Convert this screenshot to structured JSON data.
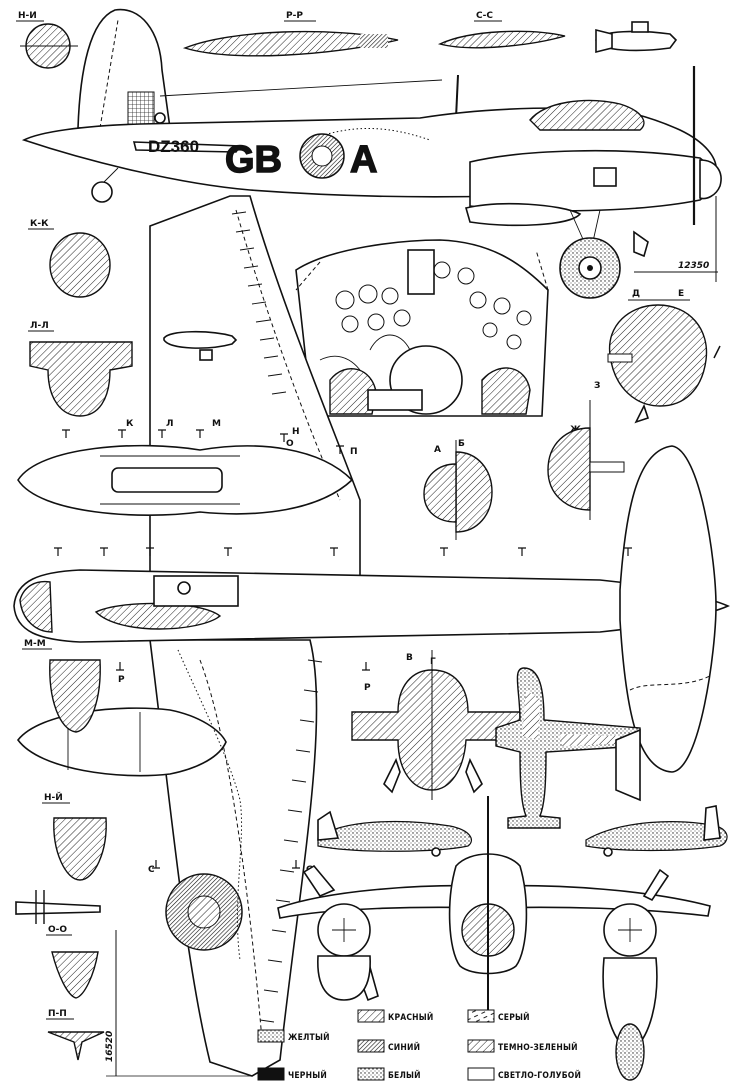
{
  "aircraft": {
    "serial": "DZ360",
    "code_left": "GB",
    "code_right": "A"
  },
  "dimensions": {
    "length": "12350",
    "span": "16520"
  },
  "section_labels": {
    "n_i": "Н-И",
    "r_r": "Р-Р",
    "s_s": "С-С",
    "k_k": "К-К",
    "l_l": "Л-Л",
    "m_m": "М-М",
    "n_y": "Н-Й",
    "o_o": "О-О",
    "p_p": "П-П",
    "d": "Д",
    "e": "Е",
    "z": "З",
    "zh": "Ж",
    "a": "А",
    "b": "Б",
    "v": "В",
    "g": "Г",
    "k": "К",
    "l": "Л",
    "m": "М",
    "n": "Н",
    "o": "О",
    "p": "П",
    "s": "С",
    "r": "Р"
  },
  "legend": {
    "yellow": "ЖЕЛТЫЙ",
    "black": "ЧЕРНЫЙ",
    "red": "КРАСНЫЙ",
    "blue": "СИНИЙ",
    "white": "БЕЛЫЙ",
    "grey": "СЕРЫЙ",
    "dark_green": "ТЕМНО-ЗЕЛЕНЫЙ",
    "light_blue": "СВЕТЛО-ГОЛУБОЙ"
  },
  "colors": {
    "ink": "#111111",
    "paper": "#ffffff"
  }
}
